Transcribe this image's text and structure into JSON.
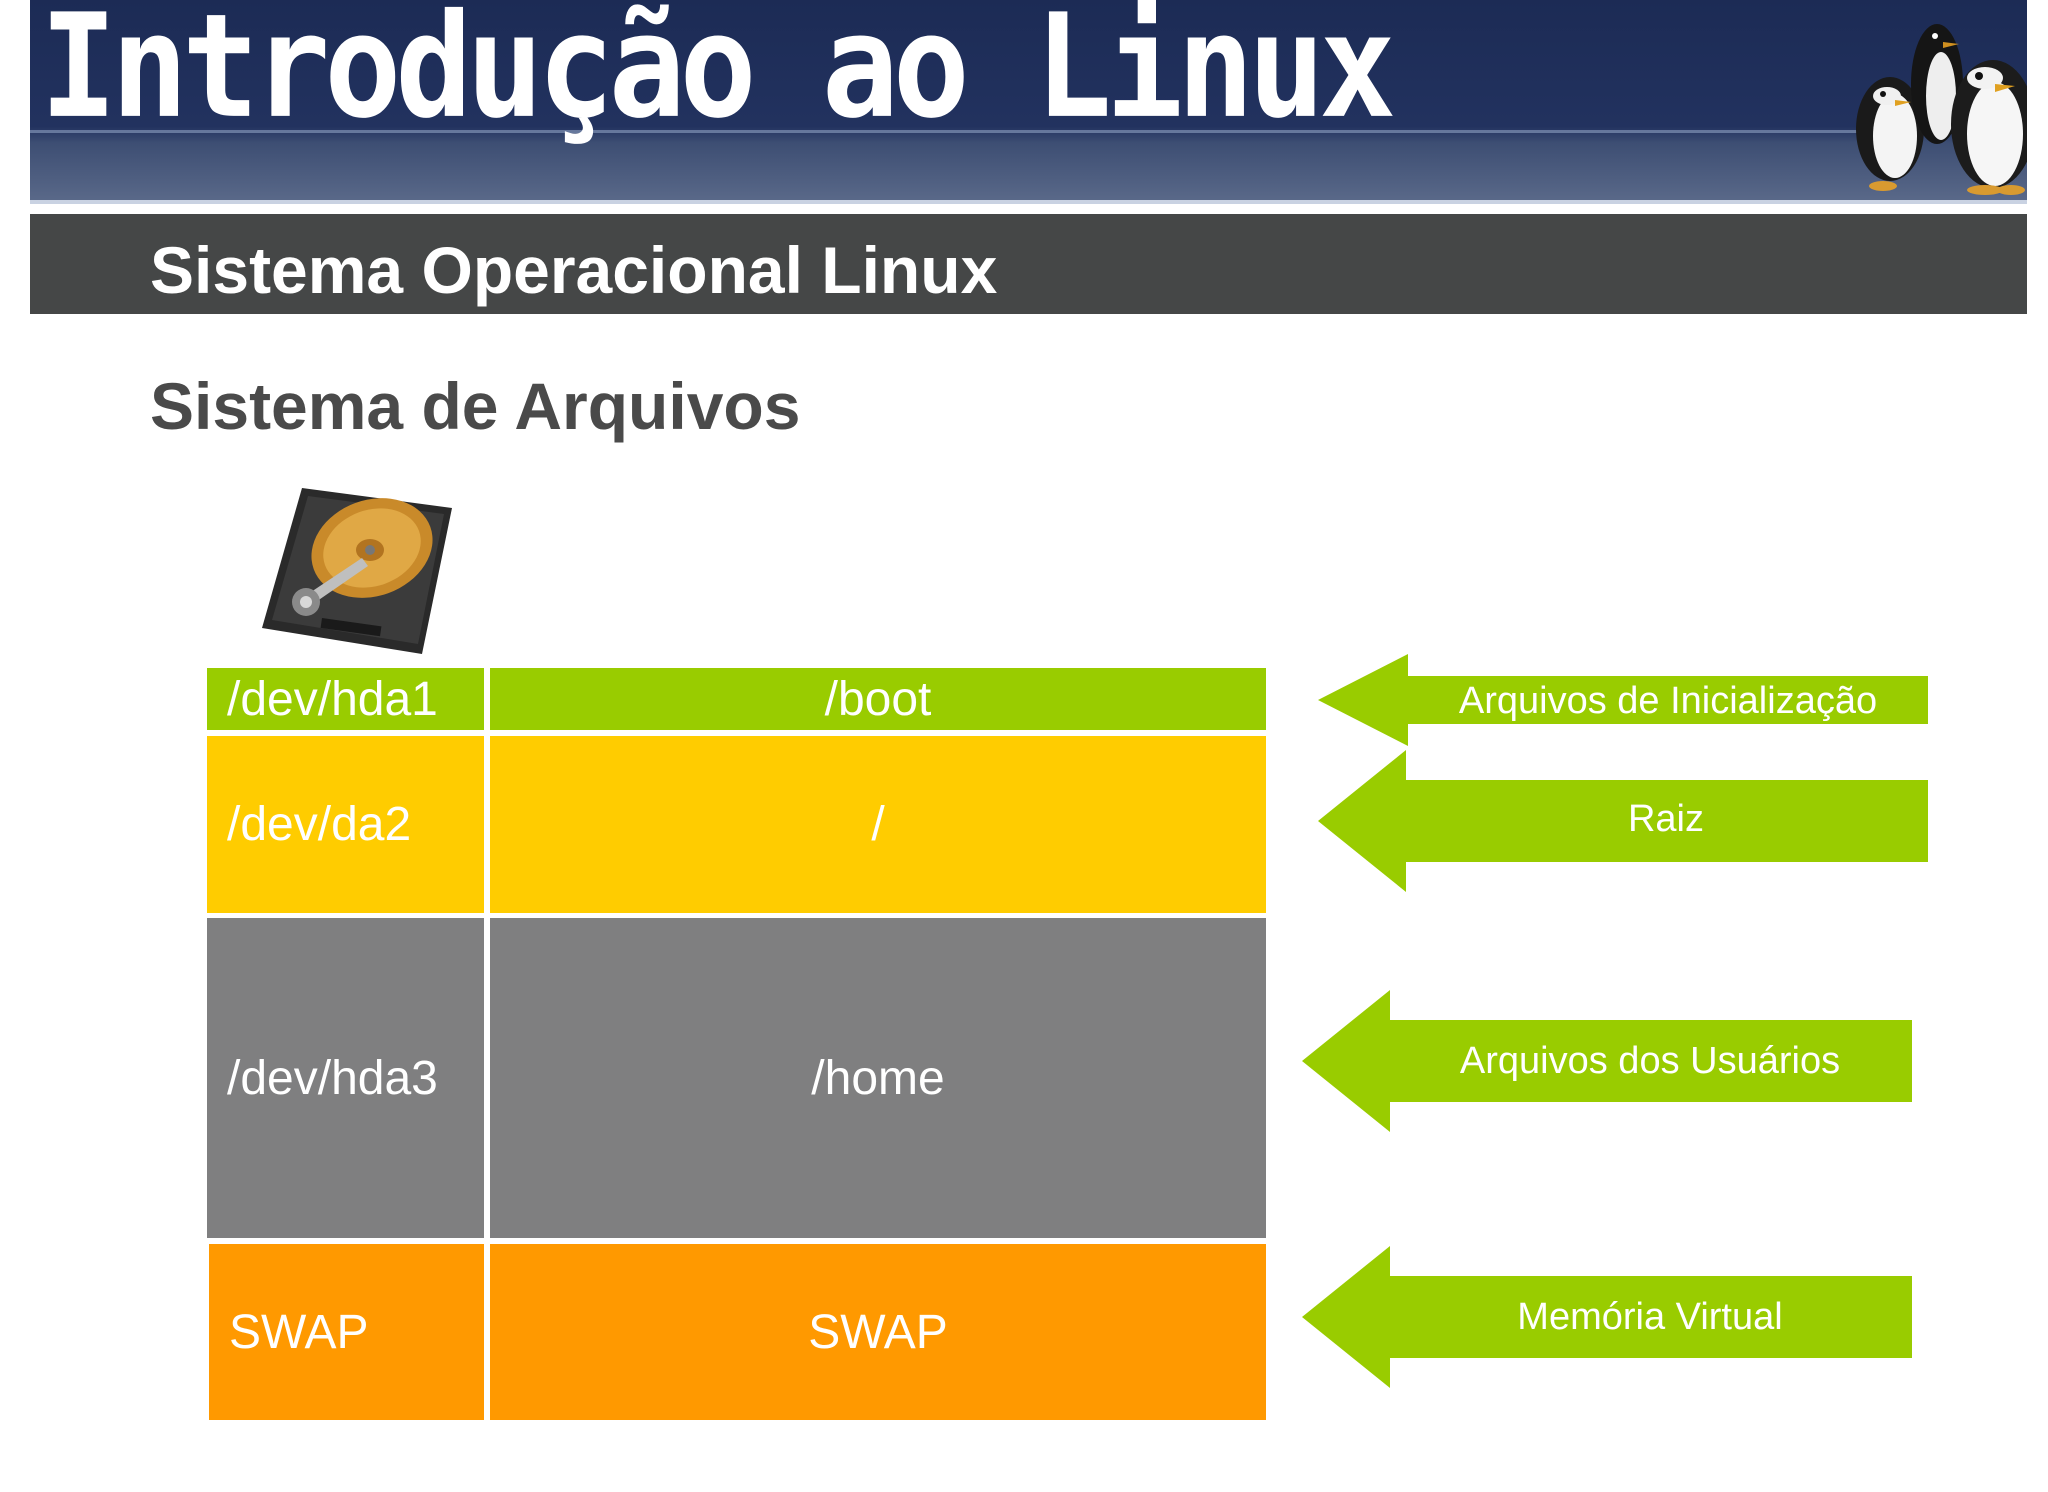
{
  "header": {
    "banner_title": "Introdução ao Linux",
    "section_title": "Sistema Operacional Linux"
  },
  "slide": {
    "title": "Sistema de Arquivos"
  },
  "partitions": [
    {
      "device": "/dev/hda1",
      "mount": "/boot",
      "color": "#99cc00",
      "description": "Arquivos de Inicialização"
    },
    {
      "device": "/dev/da2",
      "mount": "/",
      "color": "#ffcc00",
      "description": "Raiz"
    },
    {
      "device": "/dev/hda3",
      "mount": "/home",
      "color": "#7f7f80",
      "description": "Arquivos dos Usuários"
    },
    {
      "device": "SWAP",
      "mount": "SWAP",
      "color": "#ff9900",
      "description": "Memória Virtual"
    }
  ],
  "colors": {
    "banner": "#1c2b55",
    "section_bar": "#454747",
    "arrow": "#99cc00"
  },
  "icons": {
    "banner_image": "penguins-icon",
    "disk_image": "hard-drive-icon"
  }
}
